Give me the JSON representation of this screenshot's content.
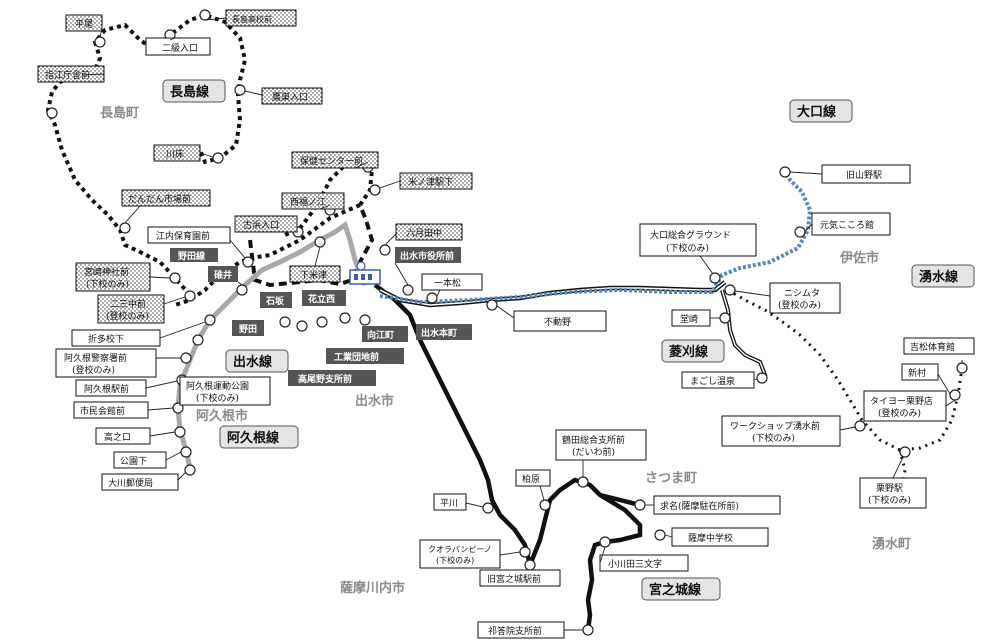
{
  "city_labels": {
    "nagashima": "長島町",
    "isa": "伊佐市",
    "satsuma": "さつま町",
    "yusui": "湧水町",
    "izumi": "出水市",
    "akune": "阿久根市",
    "satsumasendai": "薩摩川内市"
  },
  "line_names": {
    "nagashima": "長島線",
    "okuchi": "大口線",
    "yusui": "湧水線",
    "hishikari": "菱刈線",
    "izumi": "出水線",
    "akune": "阿久根線",
    "miyanojo": "宮之城線",
    "noda": "野田線"
  },
  "stops": {
    "hirao": "平尾",
    "nagashima_koukou": "長島高校前",
    "nibanguchi": "二級入口",
    "shieecho": "指江庁舎前",
    "wakaoguchi": "鷹巣入口",
    "kawatoko": "川床",
    "hokennsenta": "保健センター前",
    "komenotsu_eki": "米ノ津駅下",
    "dandan": "だんだん市場前",
    "nishikinoe": "西福ノ江",
    "komeguchi": "古浜入口",
    "rokugatsuda": "六月田中",
    "enuchi_hoikuen": "江内保育園前",
    "izumi_shiyakusho": "出水市役所前",
    "shimokomezu": "下米津",
    "ipponmatsu": "一本松",
    "usui": "碓井",
    "ishizaka": "石坂",
    "hanadachi": "花立西",
    "miyazaki_jinja": "宮崎神社前",
    "miyazaki_jinja_note": "(下校のみ)",
    "nisankou": "二三中前",
    "nisankou_note": "(登校のみ)",
    "noda": "野田",
    "mukaicho": "向江町",
    "izumi_honmachi": "出水本町",
    "fudono": "不動野",
    "oritakoshita": "折多校下",
    "kougyodanchi": "工業団地前",
    "akune_keisatsu": "阿久根警察署前",
    "akune_keisatsu_note": "(登校のみ)",
    "takao_shisho": "高尾野支所前",
    "akune_eki": "阿久根駅前",
    "akune_undokoen": "阿久根運動公園",
    "akune_undokoen_note": "(下校のみ)",
    "shiminkaikan": "市民会館前",
    "takanokuchi": "高之口",
    "koenshita": "公園下",
    "okawa_yubinkyoku": "大川郵便局",
    "kyu_yamano": "旧山野駅",
    "genki": "元気こころ館",
    "okuchi_ground": "大口総合グラウンド",
    "okuchi_ground_note": "(下校のみ)",
    "nishimuta": "ニシムタ",
    "nishimuta_note": "(登校のみ)",
    "dousaki": "堂崎",
    "magoshi_onsen": "まごし温泉",
    "yoshimatsu_taiikukan": "吉松体育館",
    "shinmura": "新村",
    "taiyo_kurino": "タイヨー栗野店",
    "taiyo_kurino_note": "(登校のみ)",
    "workshop": "ワークショップ湧水前",
    "workshop_note": "(下校のみ)",
    "kurino_eki": "栗野駅",
    "kurino_eki_note": "(下校のみ)",
    "tsuruda": "鶴田総合支所前",
    "tsuruda_note": "(だいわ前)",
    "kashiwabaru": "柏原",
    "hirakawa": "平川",
    "guminame": "求名(薩摩駐在所前)",
    "satsuma_chugakko": "薩摩中学校",
    "kuoraparapino": "クオラパンピーノ",
    "kuoraparapino_note": "(下校のみ)",
    "ogawada": "小川田三文字",
    "kyu_miyanojo_eki": "旧宮之城駅前",
    "kedoin_shisho": "祁答院支所前"
  },
  "school": {
    "icon": "school-building-icon"
  },
  "colors": {
    "nagashima_line": "#111111",
    "okuchi_line": "#5b86b8",
    "yusui_line": "#111111",
    "hishikari_line": "#111111",
    "izumi_line": "#111111",
    "akune_line": "#a8a8a8",
    "miyanojo_line": "#111111",
    "noda_line": "#111111",
    "dark_box": "#555555",
    "dotted_box_fill": "#e8e8e8",
    "label_box": "#e4e4e4"
  }
}
